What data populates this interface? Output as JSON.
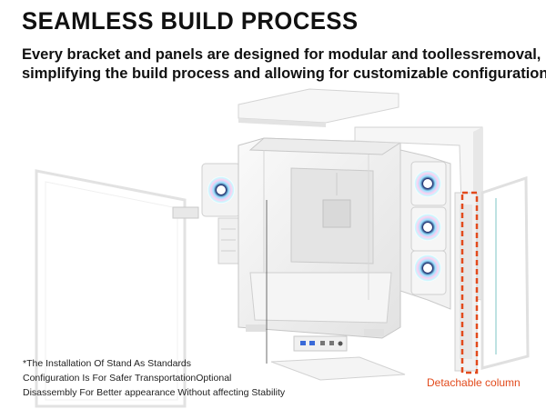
{
  "heading": "SEAMLESS BUILD PROCESS",
  "description": {
    "line1": "Every bracket and panels are designed for modular and toollessremoval,",
    "line2": "simplifying the build process and allowing for customizable configuration"
  },
  "footnote": {
    "line1": "*The Installation Of Stand As Standards",
    "line2": "Configuration Is For Safer TransportationOptional",
    "line3": "Disassembly For Better appearance Without affecting Stability"
  },
  "callout": {
    "label": "Detachable column",
    "color": "#e24a1c"
  },
  "colors": {
    "panel_fill": "#f4f4f4",
    "panel_stroke": "#cfcfcf",
    "fan_ring": "#a0e8ff"
  }
}
